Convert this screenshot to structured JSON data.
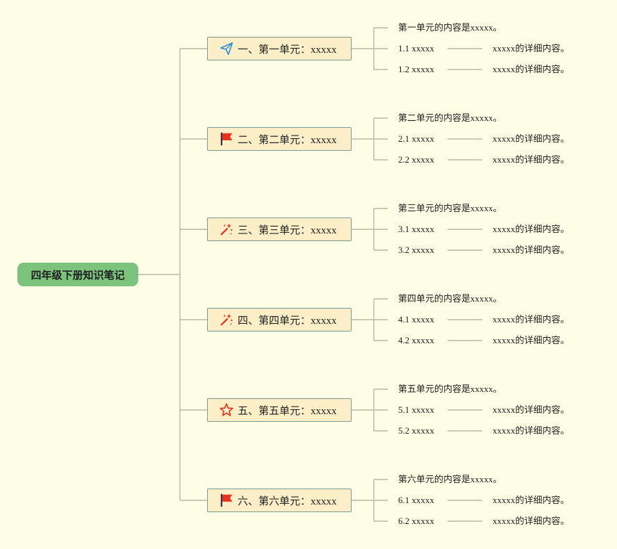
{
  "root": {
    "label": "四年级下册知识笔记"
  },
  "units": [
    {
      "icon": "paper-plane-icon",
      "label": "一、第一单元：xxxxx",
      "summary": "第一单元的内容是xxxxx。",
      "subs": [
        {
          "label": "1.1 xxxxx",
          "detail": "xxxxx的详细内容。"
        },
        {
          "label": "1.2 xxxxx",
          "detail": "xxxxx的详细内容。"
        }
      ]
    },
    {
      "icon": "flag-icon",
      "label": "二、第二单元：xxxxx",
      "summary": "第二单元的内容是xxxxx。",
      "subs": [
        {
          "label": "2.1 xxxxx",
          "detail": "xxxxx的详细内容。"
        },
        {
          "label": "2.2 xxxxx",
          "detail": "xxxxx的详细内容。"
        }
      ]
    },
    {
      "icon": "magic-wand-icon",
      "label": "三、第三单元：xxxxx",
      "summary": "第三单元的内容是xxxxx。",
      "subs": [
        {
          "label": "3.1 xxxxx",
          "detail": "xxxxx的详细内容。"
        },
        {
          "label": "3.2 xxxxx",
          "detail": "xxxxx的详细内容。"
        }
      ]
    },
    {
      "icon": "magic-wand-icon",
      "label": "四、第四单元：xxxxx",
      "summary": "第四单元的内容是xxxxx。",
      "subs": [
        {
          "label": "4.1 xxxxx",
          "detail": "xxxxx的详细内容。"
        },
        {
          "label": "4.2 xxxxx",
          "detail": "xxxxx的详细内容。"
        }
      ]
    },
    {
      "icon": "star-icon",
      "label": "五、第五单元：xxxxx",
      "summary": "第五单元的内容是xxxxx。",
      "subs": [
        {
          "label": "5.1 xxxxx",
          "detail": "xxxxx的详细内容。"
        },
        {
          "label": "5.2 xxxxx",
          "detail": "xxxxx的详细内容。"
        }
      ]
    },
    {
      "icon": "flag-icon",
      "label": "六、第六单元：xxxxx",
      "summary": "第六单元的内容是xxxxx。",
      "subs": [
        {
          "label": "6.1 xxxxx",
          "detail": "xxxxx的详细内容。"
        },
        {
          "label": "6.2 xxxxx",
          "detail": "xxxxx的详细内容。"
        }
      ]
    }
  ],
  "colors": {
    "background": "#fefde6",
    "root_fill": "#7cc47e",
    "unit_fill": "#fcefc8",
    "unit_border": "#7a9a96",
    "connector": "#b8b8a6",
    "icon_red": "#e8321e",
    "icon_blue": "#2f8fd6"
  }
}
